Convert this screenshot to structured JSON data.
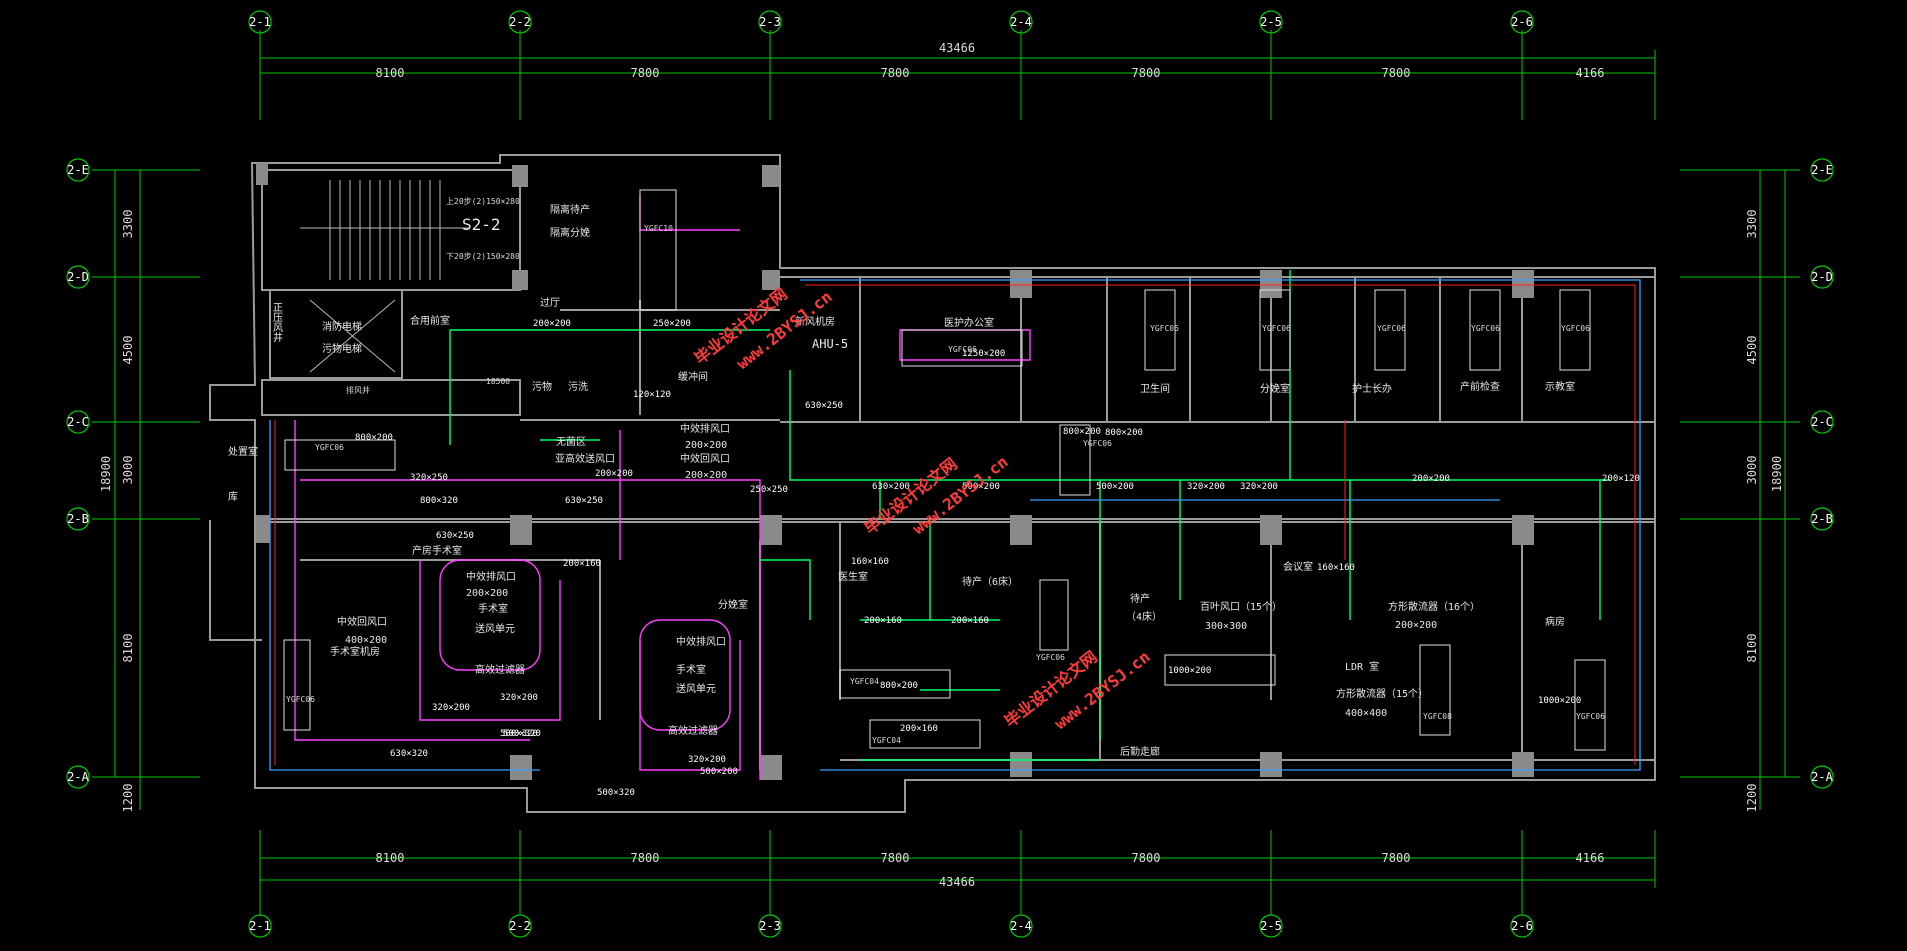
{
  "drawing": {
    "stair_label": "S2-2",
    "ahu_label": "AHU-5",
    "total_dimension": "43466",
    "total_dimension_vertical": "18900"
  },
  "grid_top": [
    "2-1",
    "2-2",
    "2-3",
    "2-4",
    "2-5",
    "2-6"
  ],
  "grid_left": [
    "2-E",
    "2-D",
    "2-C",
    "2-B",
    "2-A"
  ],
  "grid_right": [
    "2-E",
    "2-D",
    "2-C",
    "2-B",
    "2-A"
  ],
  "dims_top": [
    "8100",
    "7800",
    "7800",
    "7800",
    "7800",
    "4166"
  ],
  "dims_bottom": [
    "8100",
    "7800",
    "7800",
    "7800",
    "7800",
    "4166"
  ],
  "dims_left": [
    "3300",
    "4500",
    "3000",
    "8100",
    "1200"
  ],
  "dims_right": [
    "3300",
    "4500",
    "3000",
    "8100",
    "1200"
  ],
  "rooms": [
    {
      "key": "r1",
      "text": "隔离待产"
    },
    {
      "key": "r2",
      "text": "隔离分娩"
    },
    {
      "key": "r3",
      "text": "过厅"
    },
    {
      "key": "r4",
      "text": "消防电梯"
    },
    {
      "key": "r5",
      "text": "污物电梯"
    },
    {
      "key": "r6",
      "text": "合用前室"
    },
    {
      "key": "r7",
      "text": "污物"
    },
    {
      "key": "r8",
      "text": "污洗"
    },
    {
      "key": "r9",
      "text": "缓冲间"
    },
    {
      "key": "r10",
      "text": "新风机房"
    },
    {
      "key": "r11",
      "text": "医护办公室"
    },
    {
      "key": "r12",
      "text": "无菌区"
    },
    {
      "key": "r13",
      "text": "产房手术室"
    },
    {
      "key": "r14",
      "text": "手术室机房"
    },
    {
      "key": "r15",
      "text": "分娩室"
    },
    {
      "key": "r16",
      "text": "待产（6床）"
    },
    {
      "key": "r17",
      "text": "待产"
    },
    {
      "key": "r18",
      "text": "（4床）"
    },
    {
      "key": "r19",
      "text": "LDR 室"
    },
    {
      "key": "r20",
      "text": "后勤走廊"
    },
    {
      "key": "r21",
      "text": "病房"
    },
    {
      "key": "r22",
      "text": "卫生间"
    },
    {
      "key": "r23",
      "text": "护士长办"
    },
    {
      "key": "r24",
      "text": "产前检查"
    },
    {
      "key": "r25",
      "text": "分娩室"
    },
    {
      "key": "r26",
      "text": "示教室"
    },
    {
      "key": "r27",
      "text": "医生室"
    },
    {
      "key": "r28",
      "text": "会议室"
    },
    {
      "key": "r29",
      "text": "处置室"
    },
    {
      "key": "r30",
      "text": "库"
    }
  ],
  "ducts": [
    {
      "key": "d1",
      "text": "200×200"
    },
    {
      "key": "d2",
      "text": "250×200"
    },
    {
      "key": "d3",
      "text": "1250×200"
    },
    {
      "key": "d4",
      "text": "120×120"
    },
    {
      "key": "d5",
      "text": "800×200"
    },
    {
      "key": "d6",
      "text": "320×250"
    },
    {
      "key": "d7",
      "text": "800×320"
    },
    {
      "key": "d8",
      "text": "630×250"
    },
    {
      "key": "d9",
      "text": "200×200"
    },
    {
      "key": "d10",
      "text": "250×250"
    },
    {
      "key": "d11",
      "text": "630×250"
    },
    {
      "key": "d12",
      "text": "200×160"
    },
    {
      "key": "d13",
      "text": "630×250"
    },
    {
      "key": "d14",
      "text": "630×200"
    },
    {
      "key": "d15",
      "text": "500×200"
    },
    {
      "key": "d16",
      "text": "500×200"
    },
    {
      "key": "d17",
      "text": "320×200"
    },
    {
      "key": "d18",
      "text": "320×200"
    },
    {
      "key": "d19",
      "text": "200×200"
    },
    {
      "key": "d20",
      "text": "200×120"
    },
    {
      "key": "d21",
      "text": "200×160"
    },
    {
      "key": "d22",
      "text": "200×160"
    },
    {
      "key": "d23",
      "text": "160×160"
    },
    {
      "key": "d24",
      "text": "160×160"
    },
    {
      "key": "d25",
      "text": "800×200"
    },
    {
      "key": "d26",
      "text": "800×200"
    },
    {
      "key": "d27",
      "text": "200×160"
    },
    {
      "key": "d28",
      "text": "1000×200"
    },
    {
      "key": "d29",
      "text": "320×200"
    },
    {
      "key": "d30",
      "text": "500×320"
    },
    {
      "key": "d31",
      "text": "500×320"
    },
    {
      "key": "d32",
      "text": "320×200"
    },
    {
      "key": "d33",
      "text": "320×200"
    },
    {
      "key": "d34",
      "text": "500×200"
    },
    {
      "key": "d35",
      "text": "630×320"
    },
    {
      "key": "d36",
      "text": "500×320"
    },
    {
      "key": "d37",
      "text": "1000×200"
    },
    {
      "key": "d38",
      "text": "800×200"
    }
  ],
  "labels": [
    {
      "key": "l1",
      "text": "中效排风口"
    },
    {
      "key": "l2",
      "text": "200×200"
    },
    {
      "key": "l3",
      "text": "中效回风口"
    },
    {
      "key": "l4",
      "text": "200×200"
    },
    {
      "key": "l5",
      "text": "亚高效送风口"
    },
    {
      "key": "l6",
      "text": "中效排风口"
    },
    {
      "key": "l7",
      "text": "200×200"
    },
    {
      "key": "l8",
      "text": "手术室"
    },
    {
      "key": "l9",
      "text": "送风单元"
    },
    {
      "key": "l10",
      "text": "高效过滤器"
    },
    {
      "key": "l11",
      "text": "中效回风口"
    },
    {
      "key": "l12",
      "text": "400×200"
    },
    {
      "key": "l13",
      "text": "中效排风口"
    },
    {
      "key": "l14",
      "text": "手术室"
    },
    {
      "key": "l15",
      "text": "送风单元"
    },
    {
      "key": "l16",
      "text": "高效过滤器"
    },
    {
      "key": "l17",
      "text": "百叶风口（15个）"
    },
    {
      "key": "l18",
      "text": "300×300"
    },
    {
      "key": "l19",
      "text": "方形散流器（16个）"
    },
    {
      "key": "l20",
      "text": "200×200"
    },
    {
      "key": "l21",
      "text": "方形散流器（15个）"
    },
    {
      "key": "l22",
      "text": "400×400"
    },
    {
      "key": "l23",
      "text": "上20步(2)150×280"
    },
    {
      "key": "l24",
      "text": "下20步(2)150×280"
    },
    {
      "key": "l25",
      "text": "正压风井"
    },
    {
      "key": "l26",
      "text": "排风井"
    },
    {
      "key": "l27",
      "text": "18500"
    }
  ],
  "units": [
    "YGFC10",
    "YGFC06",
    "YGFC06",
    "YGFC06",
    "YGFC06",
    "YGFC06",
    "YGFC06",
    "YGFC06",
    "YGFC06",
    "YGFC06",
    "YGFC08",
    "YGFC06",
    "YGFC04",
    "YGFC04",
    "YGFC06"
  ],
  "watermarks": [
    "毕业设计论文网",
    "www.2BYSJ.cn",
    "毕业设计论文网",
    "www.2BYSJ.cn",
    "毕业设计论文网",
    "www.2BYSJ.cn"
  ],
  "colors": {
    "wall": "#9a9a9a",
    "grid": "#00c800",
    "supply": "#ff40ff",
    "exhaust": "#00ff66",
    "return": "#3aa0ff",
    "fire": "#ff2020",
    "watermark": "#ff3030"
  }
}
